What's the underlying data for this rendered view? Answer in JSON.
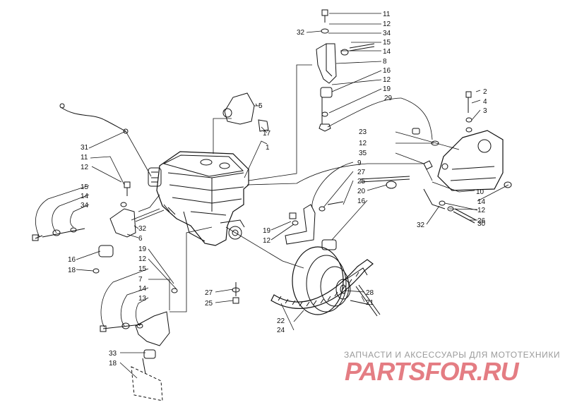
{
  "watermark": {
    "caption": "ЗАПЧАСТИ И АКСЕССУАРЫ ДЛЯ МОТОТЕХНИКИ",
    "logo": "PARTSFOR.RU"
  },
  "colors": {
    "line": "#111111",
    "logo": "#e47d83",
    "caption": "#9a9a9a"
  },
  "callouts": [
    "11",
    "12",
    "32",
    "34",
    "15",
    "14",
    "8",
    "16",
    "12",
    "19",
    "29",
    "2",
    "4",
    "3",
    "5",
    "17",
    "1",
    "31",
    "11",
    "12",
    "15",
    "14",
    "34",
    "32",
    "6",
    "16",
    "18",
    "19",
    "12",
    "15",
    "7",
    "14",
    "13",
    "33",
    "18",
    "23",
    "12",
    "35",
    "9",
    "27",
    "25",
    "20",
    "16",
    "19",
    "12",
    "10",
    "14",
    "12",
    "26",
    "32",
    "30",
    "27",
    "25",
    "28",
    "21",
    "22",
    "24"
  ]
}
